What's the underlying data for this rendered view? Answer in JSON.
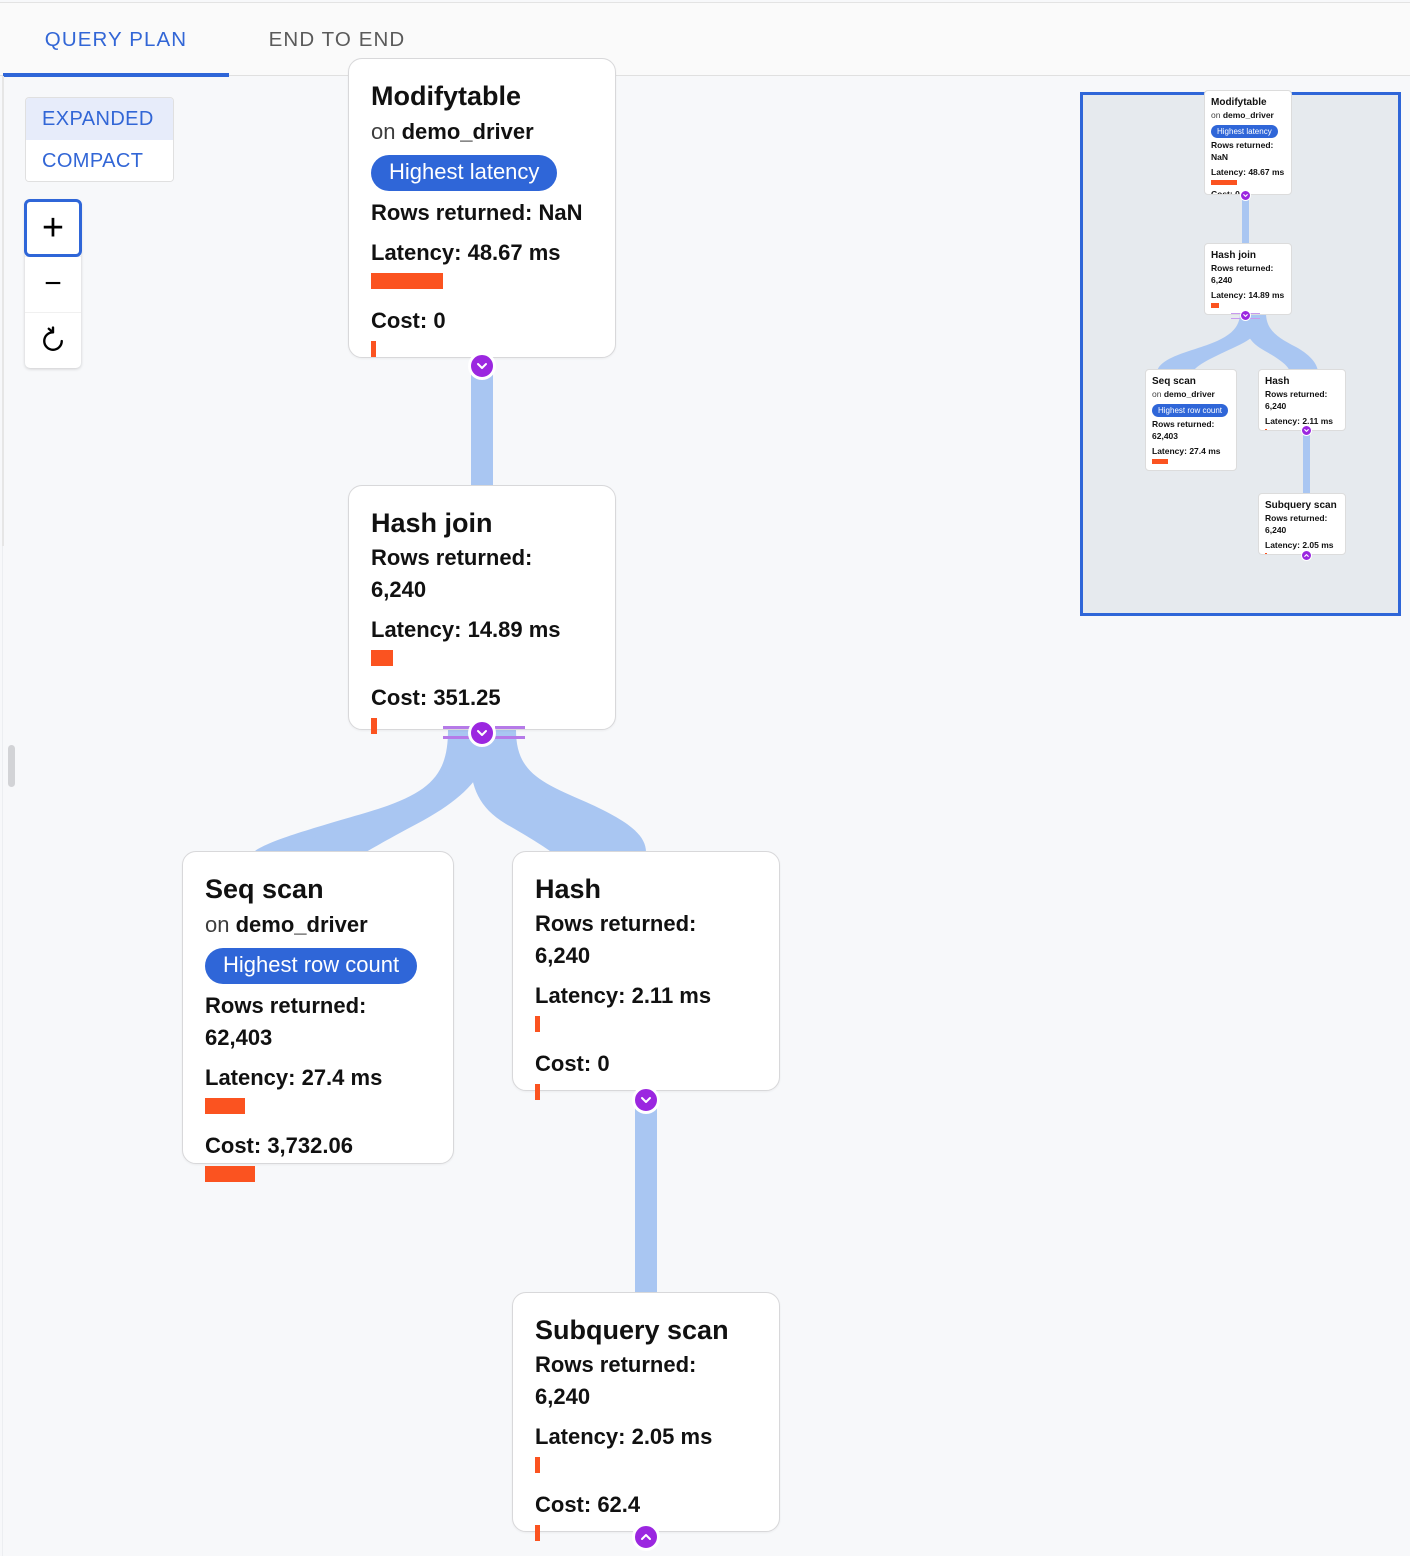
{
  "tabs": [
    {
      "id": "query-plan",
      "label": "QUERY PLAN",
      "active": true
    },
    {
      "id": "end-to-end",
      "label": "END TO END",
      "active": false
    }
  ],
  "view_mode": {
    "options": [
      "EXPANDED",
      "COMPACT"
    ],
    "selected": "EXPANDED",
    "expanded_label": "EXPANDED",
    "compact_label": "COMPACT"
  },
  "zoom_controls": {
    "zoom_in": "+",
    "zoom_out": "−",
    "reset": "reset-icon",
    "focused": "zoom-in"
  },
  "labels": {
    "on_prefix": "on ",
    "rows_prefix": "Rows returned: ",
    "latency_prefix": "Latency: ",
    "cost_prefix": "Cost: "
  },
  "colors": {
    "accent_blue": "#2f66d8",
    "badge_blue": "#2f66d8",
    "bar_orange": "#fb5320",
    "edge_blue": "#a9c6f2",
    "toggle_purple": "#9b27e0",
    "canvas_bg": "#f7f8fa",
    "minimap_bg": "#e6eaee"
  },
  "nodes": [
    {
      "id": "modifytable",
      "title": "Modifytable",
      "relation": "demo_driver",
      "badge": "Highest latency",
      "rows_returned": "Rows returned: NaN",
      "latency": "Latency: 48.67 ms",
      "latency_bar_pct": 100,
      "cost": "Cost: 0",
      "cost_bar_pct": 2
    },
    {
      "id": "hash-join",
      "title": "Hash join",
      "relation": null,
      "badge": null,
      "rows_returned": "Rows returned: 6,240",
      "latency": "Latency: 14.89 ms",
      "latency_bar_pct": 31,
      "cost": "Cost: 351.25",
      "cost_bar_pct": 3
    },
    {
      "id": "seq-scan",
      "title": "Seq scan",
      "relation": "demo_driver",
      "badge": "Highest row count",
      "rows_returned": "Rows returned: 62,403",
      "latency": "Latency: 27.4 ms",
      "latency_bar_pct": 56,
      "cost": "Cost: 3,732.06",
      "cost_bar_pct": 100
    },
    {
      "id": "hash",
      "title": "Hash",
      "relation": null,
      "badge": null,
      "rows_returned": "Rows returned: 6,240",
      "latency": "Latency: 2.11 ms",
      "latency_bar_pct": 4,
      "cost": "Cost: 0",
      "cost_bar_pct": 2
    },
    {
      "id": "subquery-scan",
      "title": "Subquery scan",
      "relation": null,
      "badge": null,
      "rows_returned": "Rows returned: 6,240",
      "latency": "Latency: 2.05 ms",
      "latency_bar_pct": 4,
      "cost": "Cost: 62.4",
      "cost_bar_pct": 2
    }
  ],
  "toggles": [
    {
      "id": "toggle-modifytable",
      "direction": "down"
    },
    {
      "id": "toggle-hash-join",
      "direction": "down"
    },
    {
      "id": "toggle-hash",
      "direction": "down"
    },
    {
      "id": "toggle-subquery-scan",
      "direction": "up"
    }
  ],
  "minimap": {
    "name": "graph-minimap",
    "viewport_visible": true
  }
}
